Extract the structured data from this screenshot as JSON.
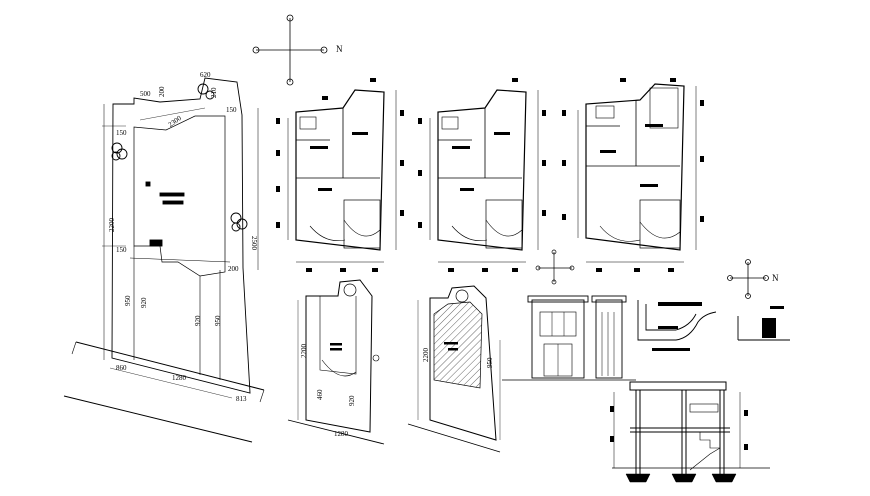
{
  "north_label": "N",
  "site_plan": {
    "dims": {
      "top_a": "500",
      "top_b": "200",
      "top_c": "620",
      "corner_a": "210",
      "corner_b": "150",
      "diag": "2300",
      "left_150_top": "150",
      "left_2200": "2200",
      "left_150_bottom": "150",
      "right_2500": "2500",
      "right_200": "200",
      "mid_950": "950",
      "mid_920": "920",
      "right_920": "920",
      "right_950": "950",
      "bottom_860": "860",
      "bottom_1280": "1280",
      "bottom_813": "813"
    }
  },
  "small_plan_1": {
    "dims": {
      "side_2200": "2200",
      "bottom_1280": "1280",
      "inner_460": "460",
      "inner_920": "920"
    }
  },
  "small_plan_2": {
    "dims": {
      "side_2200": "2200",
      "side_950": "950"
    }
  }
}
